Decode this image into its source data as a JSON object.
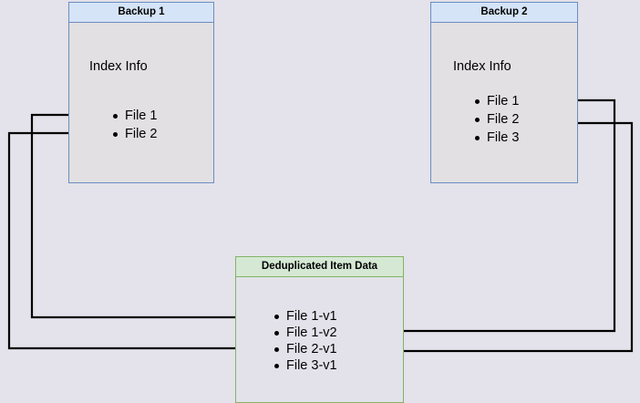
{
  "diagram": {
    "title_hidden": "",
    "colors": {
      "page_background": "#e4e2ea",
      "backup_border": "#6c8ebf",
      "backup_header_fill": "#d5e4f7",
      "backup_body_fill": "#e2e0e2",
      "dedup_border": "#82b366",
      "dedup_header_fill": "#d5e8d4",
      "dedup_body_fill": "#e3e2ea",
      "connector_stroke": "#000000"
    },
    "nodes": {
      "backup1": {
        "title": "Backup 1",
        "section_label": "Index Info",
        "files": [
          "File 1",
          "File 2"
        ]
      },
      "backup2": {
        "title": "Backup 2",
        "section_label": "Index Info",
        "files": [
          "File 1",
          "File 2",
          "File 3"
        ]
      },
      "dedup": {
        "title": "Deduplicated Item Data",
        "items": [
          "File 1-v1",
          "File 1-v2",
          "File 2-v1",
          "File 3-v1"
        ]
      }
    },
    "connections": [
      {
        "from": "backup1.File 1",
        "to": "dedup.File 1-v1",
        "direction": "left-route"
      },
      {
        "from": "backup1.File 2",
        "to": "dedup.File 2-v1",
        "direction": "left-route"
      },
      {
        "from": "backup2.File 1",
        "to": "dedup.File 1-v2",
        "direction": "right-route"
      },
      {
        "from": "backup2.File 2",
        "to": "dedup.File 2-v1",
        "direction": "right-route"
      }
    ]
  }
}
